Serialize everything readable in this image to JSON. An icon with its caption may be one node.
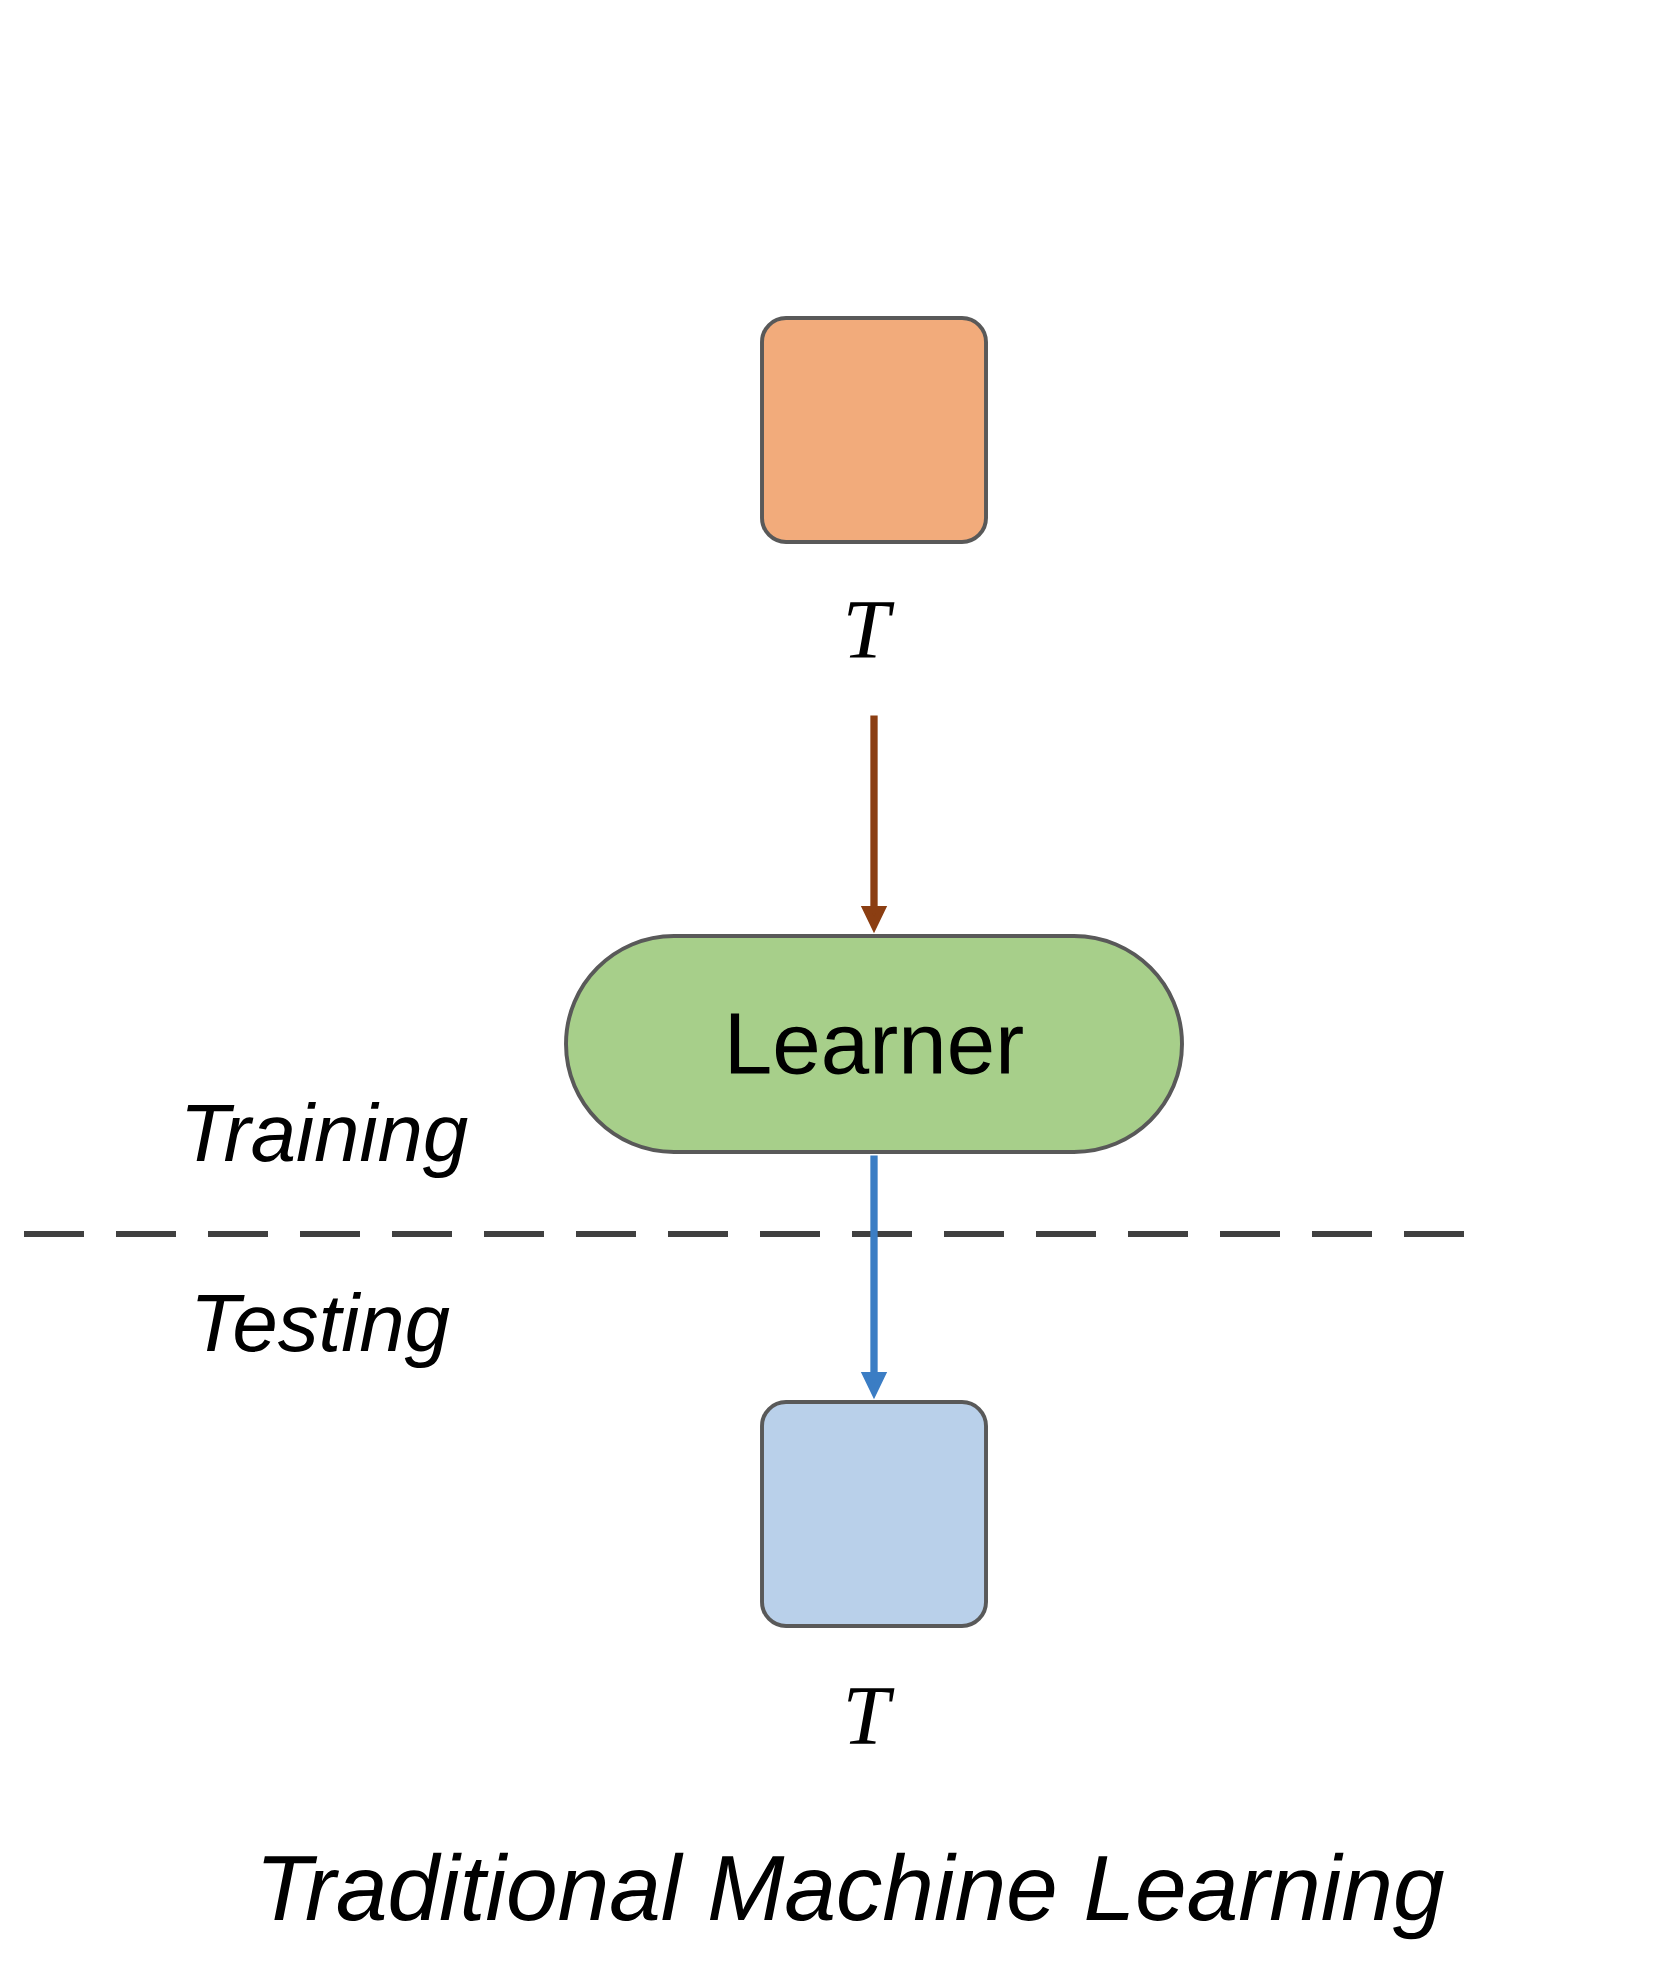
{
  "diagram": {
    "caption": "Traditional Machine Learning",
    "nodes": [
      {
        "text": [],
        "shape": "box",
        "beside": [
          "T"
        ]
      },
      {
        "text": [
          "Learner"
        ]
      },
      {
        "text": [],
        "shape": "box",
        "beside": [
          "T"
        ]
      }
    ],
    "edges": [
      {
        "from": 0,
        "to": 1,
        "arrow": "to",
        "color": "#8b3e12"
      },
      {
        "from": 1,
        "to": 2,
        "arrow": "to",
        "color": "#3b7dc4"
      }
    ],
    "labels": [
      "Training",
      "Testing"
    ]
  }
}
